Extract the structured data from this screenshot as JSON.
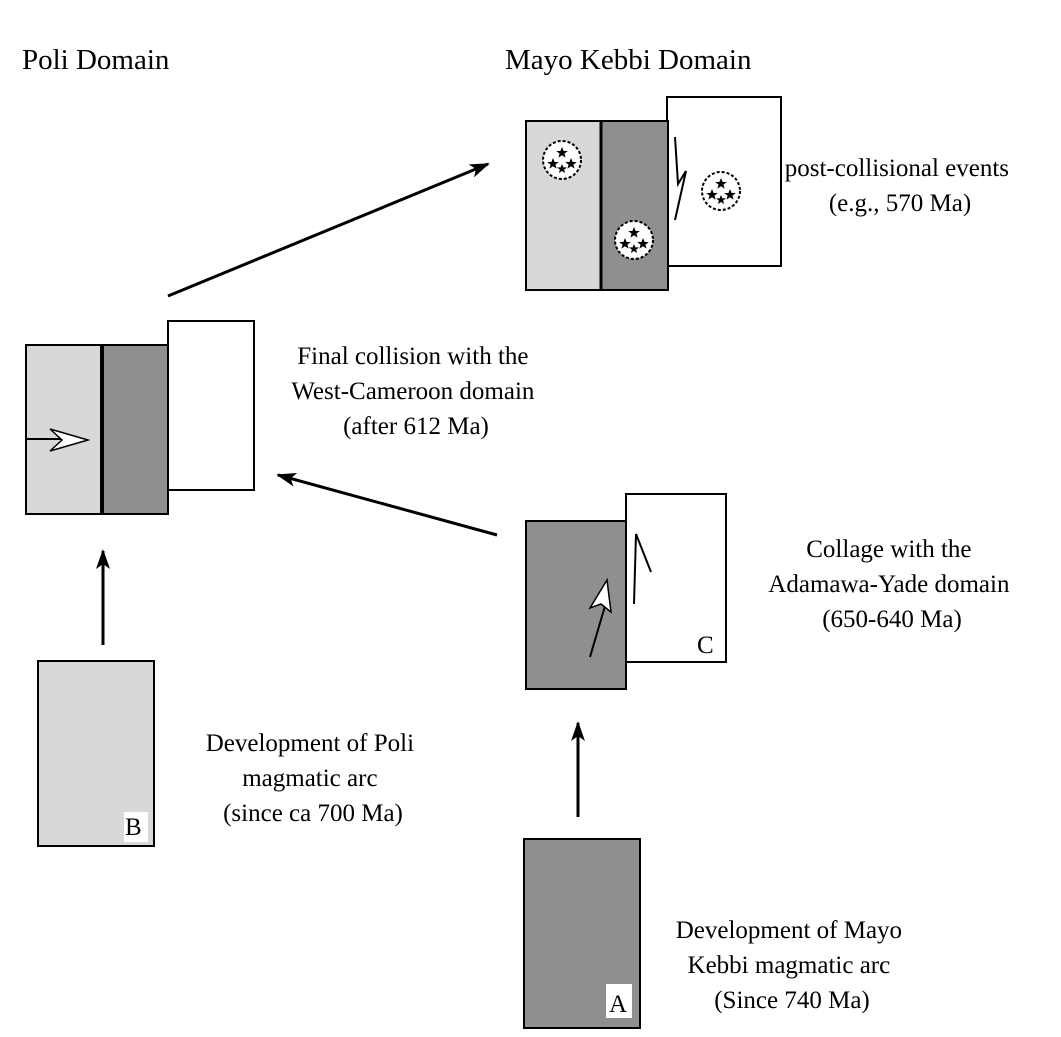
{
  "headings": {
    "poli": "Poli Domain",
    "mayo_kebbi": "Mayo Kebbi Domain"
  },
  "captions": {
    "post_collisional": [
      "post-collisional events",
      "(e.g., 570 Ma)"
    ],
    "final_collision": [
      "Final collision with the",
      "West-Cameroon domain",
      "(after 612 Ma)"
    ],
    "collage": [
      "Collage with the",
      "Adamawa-Yade domain",
      "(650-640 Ma)"
    ],
    "poli_arc": [
      "Development of Poli",
      "magmatic arc",
      "(since ca 700 Ma)"
    ],
    "mayo_arc": [
      "Development of Mayo",
      "Kebbi magmatic arc",
      "(Since 740 Ma)"
    ]
  },
  "block_labels": {
    "a": "A",
    "b": "B",
    "c": "C"
  },
  "colors": {
    "poli_block": "#d8d8d8",
    "mayo_kebbi_block": "#8f8f8f",
    "adamawa_block": "#ffffff",
    "line": "#000000"
  }
}
